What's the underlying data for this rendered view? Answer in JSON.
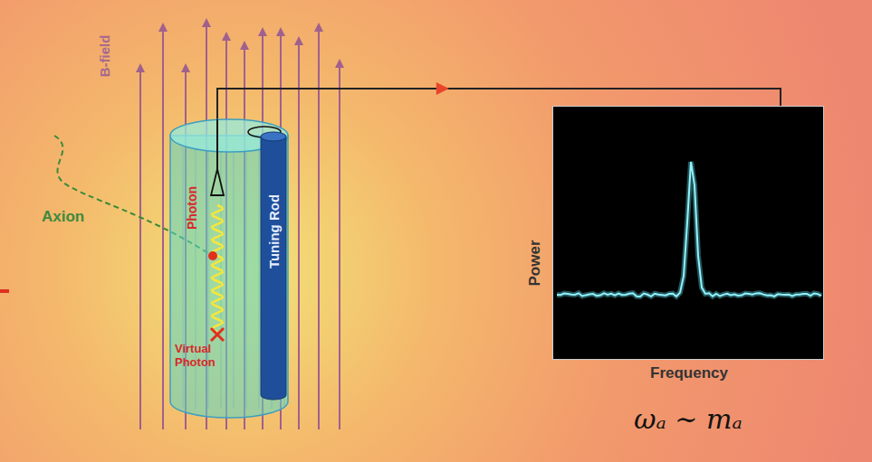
{
  "diagram": {
    "nodes": [
      {
        "text": [
          "Photon",
          "Virtual Photon"
        ]
      },
      {
        "text": [
          "Tuning Rod"
        ],
        "in": 0
      },
      {
        "text": [
          "Power",
          "Frequency"
        ]
      }
    ],
    "edges": [
      {
        "from": 0,
        "to": 2,
        "arrow": "to"
      }
    ],
    "labels": [
      "B-field",
      "Axion",
      "ωₐ ∼ mₐ"
    ]
  }
}
